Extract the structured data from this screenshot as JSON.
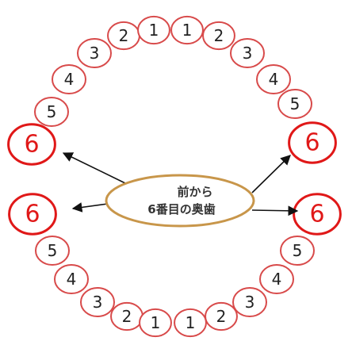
{
  "colors": {
    "tooth_outline": "#d84a4a",
    "molar_outline": "#e01818",
    "molar_number": "#e01818",
    "label_border": "#c8964a",
    "arrow": "#111111"
  },
  "upper_teeth_left": [
    "6",
    "5",
    "4",
    "3",
    "2",
    "1"
  ],
  "upper_teeth_right": [
    "1",
    "2",
    "3",
    "4",
    "5",
    "6"
  ],
  "lower_teeth_left": [
    "6",
    "5",
    "4",
    "3",
    "2",
    "1"
  ],
  "lower_teeth_right": [
    "1",
    "2",
    "3",
    "4",
    "5",
    "6"
  ],
  "highlighted_tooth": "6",
  "center_label": {
    "line1": "前から",
    "line2": "6番目の奥歯"
  }
}
